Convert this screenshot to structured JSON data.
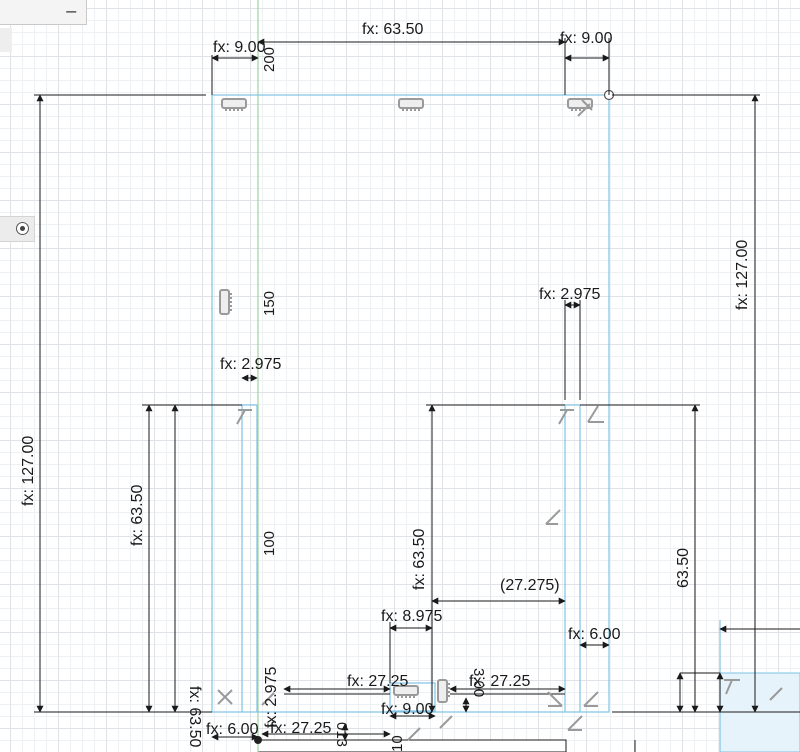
{
  "panel": {
    "minimize_glyph": "−"
  },
  "dims": {
    "top_width": "fx: 63.50",
    "left_margin": "fx: 9.00",
    "right_margin": "fx: 9.00",
    "top_vertical": "200",
    "left_height": "fx: 127.00",
    "right_height": "fx: 127.00",
    "mid_vertical": "150",
    "left_slot_width": "fx: 2.975",
    "right_slot_width": "fx: 2.975",
    "left_lower_height": "fx: 63.50",
    "left_lower_height_2": "fx: 63.50",
    "lower_vertical": "100",
    "center_height": "fx: 63.50",
    "right_lower_height": "63.50",
    "driven_width": "(27.275)",
    "center_offset": "fx: 8.975",
    "right_tab": "fx: 6.00",
    "bottom_slot": "fx: 2.975",
    "bottom_left_width": "fx: 27.25",
    "bottom_right_width": "fx: 27.25",
    "bottom_height": "3.00",
    "bottom_margin": "fx: 9.00",
    "bottom_tab": "fx: 6.00",
    "bottom_width_2": "fx: 27.25",
    "bottom_partial": "013",
    "bottom_partial_2": "10"
  },
  "colors": {
    "sketch_line": "#7ec3e6",
    "dimension_line": "#1a1a1a",
    "constraint_icon": "#9a9a9a",
    "origin_axis": "#9fd49f",
    "grid": "#dfe3e8",
    "selected_region": "#e6f3fa"
  }
}
